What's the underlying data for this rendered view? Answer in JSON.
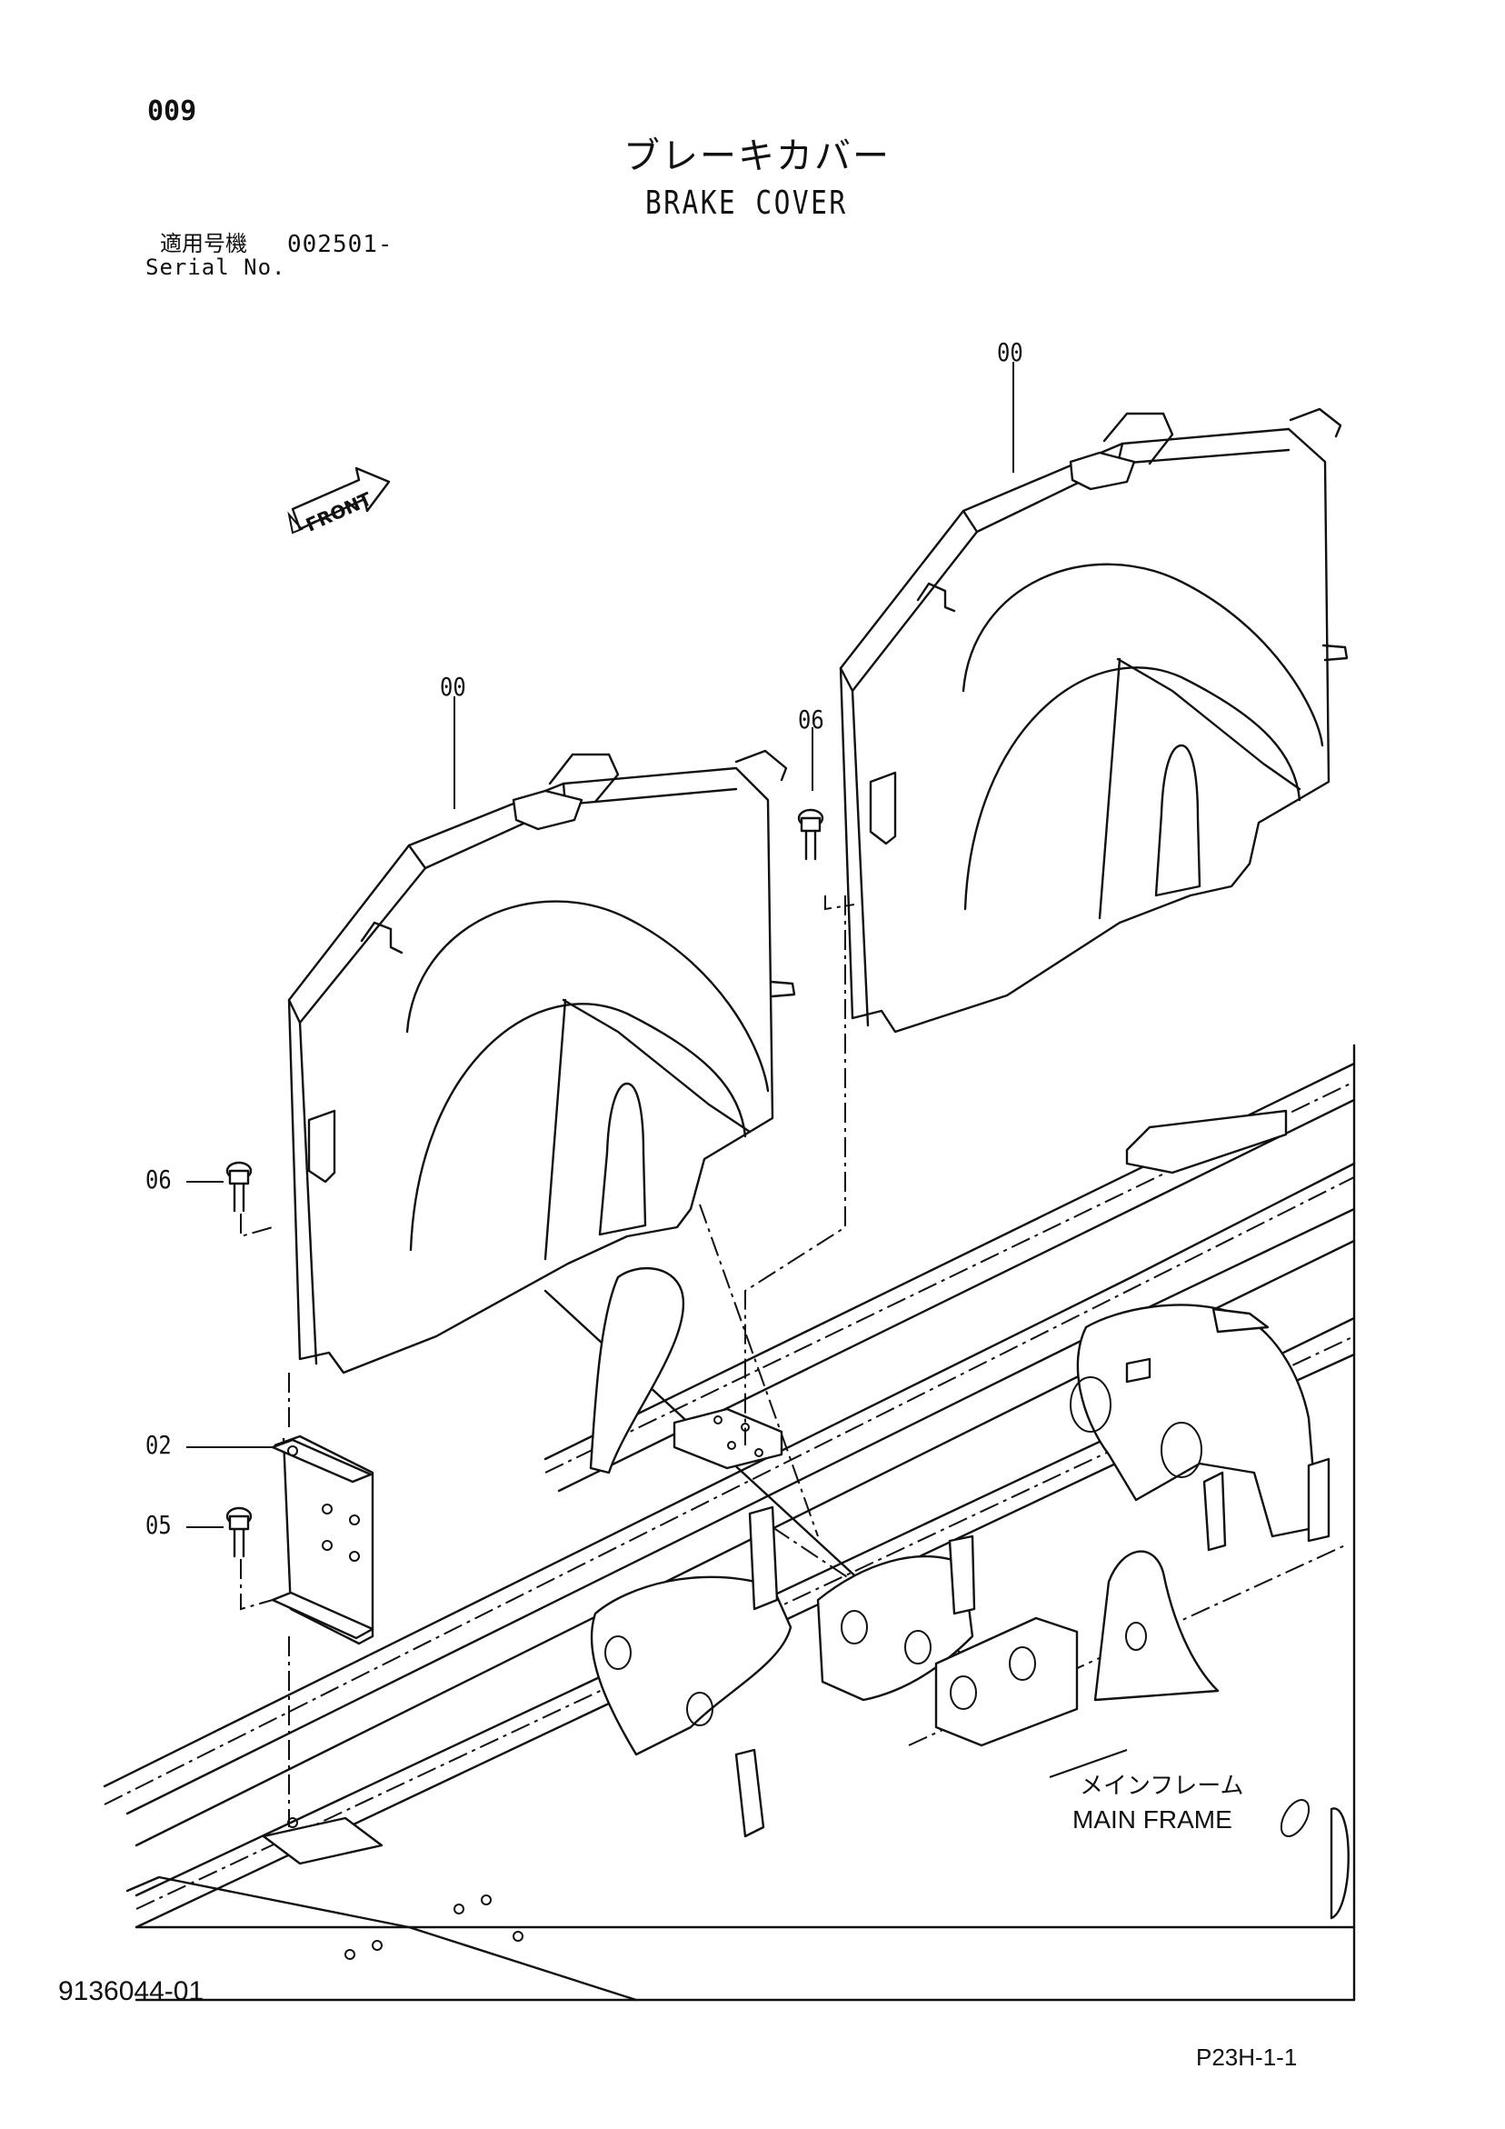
{
  "header": {
    "page_number": "009",
    "title_jp": "ブレーキカバー",
    "title_en": "BRAKE COVER",
    "serial_label_jp": "適用号機",
    "serial_value": "002501-",
    "serial_label_en": "Serial No."
  },
  "callouts": {
    "cover_right": "00",
    "cover_left": "00",
    "bolt_right": "06",
    "bolt_left": "06",
    "bracket": "02",
    "bracket_bolt": "05"
  },
  "front_marker": "FRONT",
  "main_frame": {
    "label_jp": "メインフレーム",
    "label_en": "MAIN FRAME"
  },
  "footer": {
    "drawing_number": "9136044-01",
    "sheet_number": "P23H-1-1"
  }
}
